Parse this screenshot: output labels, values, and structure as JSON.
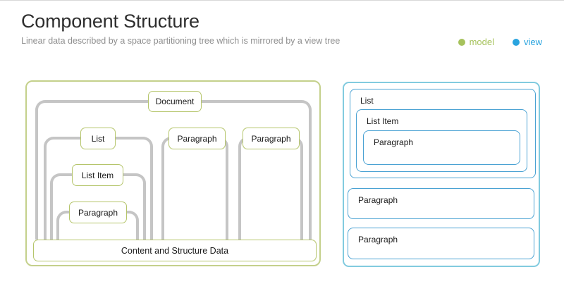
{
  "header": {
    "title": "Component Structure",
    "subtitle": "Linear data described by a space partitioning tree which is mirrored by a view tree"
  },
  "legend": {
    "model_label": "model",
    "view_label": "view"
  },
  "colors": {
    "model_accent": "#a6c25c",
    "model_box_border": "#b5c56b",
    "model_container_border": "#c4d08b",
    "view_accent": "#2aa4df",
    "view_box_border": "#4aa2d3",
    "view_container_border": "#82cbdf",
    "tree_connector_gray": "#c5c5c5"
  },
  "model_panel": {
    "document_label": "Document",
    "list_label": "List",
    "list_item_label": "List Item",
    "nested_paragraph_label": "Paragraph",
    "middle_paragraph_label": "Paragraph",
    "right_paragraph_label": "Paragraph",
    "content_label": "Content and Structure Data"
  },
  "view_panel": {
    "list_label": "List",
    "list_item_label": "List Item",
    "nested_paragraph_label": "Paragraph",
    "middle_paragraph_label": "Paragraph",
    "bottom_paragraph_label": "Paragraph"
  }
}
